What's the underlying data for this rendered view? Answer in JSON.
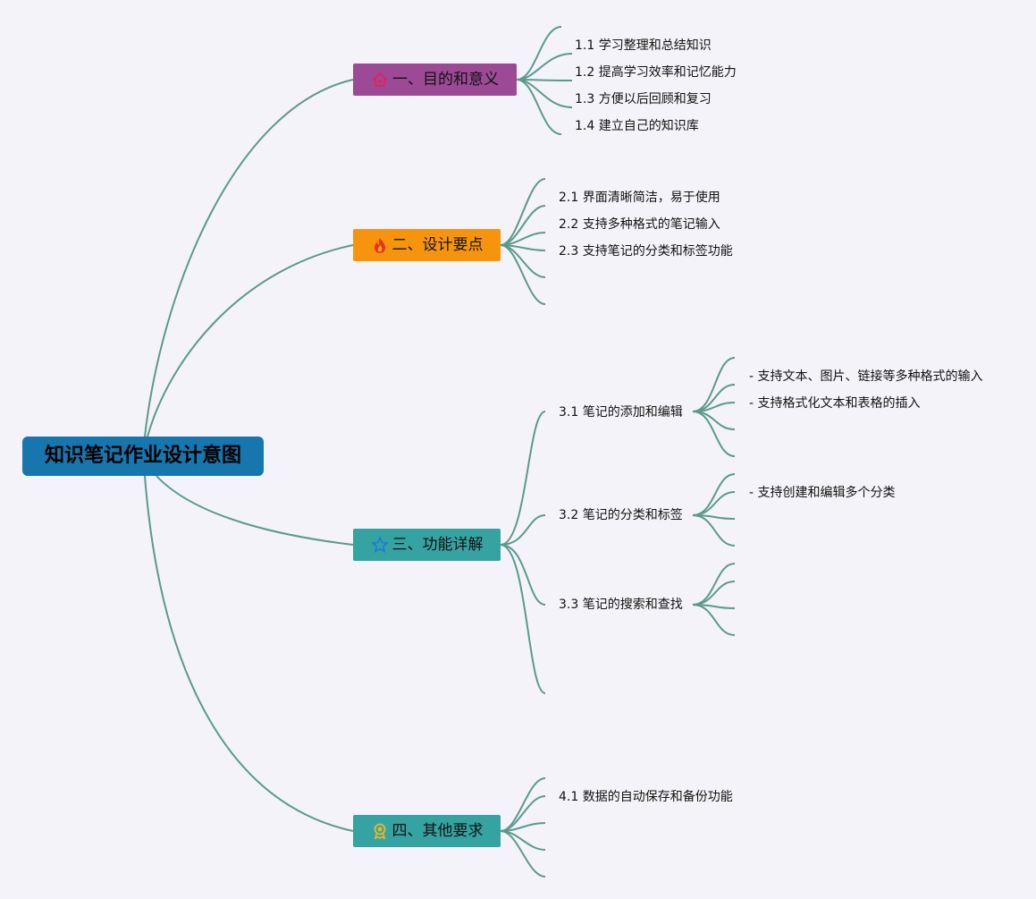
{
  "root": {
    "title": "知识笔记作业设计意图"
  },
  "branches": [
    {
      "label": "一、目的和意义",
      "icon": "house-icon",
      "color": "#9c4a96"
    },
    {
      "label": "二、设计要点",
      "icon": "fire-icon",
      "color": "#f7940d"
    },
    {
      "label": "三、功能详解",
      "icon": "star-icon",
      "color": "#36a3a3"
    },
    {
      "label": "四、其他要求",
      "icon": "award-icon",
      "color": "#36a3a3"
    }
  ],
  "items": {
    "b1": [
      "1.1 学习整理和总结知识",
      "1.2 提高学习效率和记忆能力",
      "1.3 方便以后回顾和复习",
      "1.4 建立自己的知识库"
    ],
    "b2": [
      "2.1 界面清晰简洁，易于使用",
      "2.2 支持多种格式的笔记输入",
      "2.3 支持笔记的分类和标签功能"
    ],
    "b3": [
      "3.1 笔记的添加和编辑",
      "3.2 笔记的分类和标签",
      "3.3 笔记的搜索和查找"
    ],
    "b4": [
      "4.1 数据的自动保存和备份功能"
    ]
  },
  "subitems": {
    "s31": [
      "- 支持文本、图片、链接等多种格式的输入",
      "- 支持格式化文本和表格的插入"
    ],
    "s32": [
      "- 支持创建和编辑多个分类"
    ]
  }
}
